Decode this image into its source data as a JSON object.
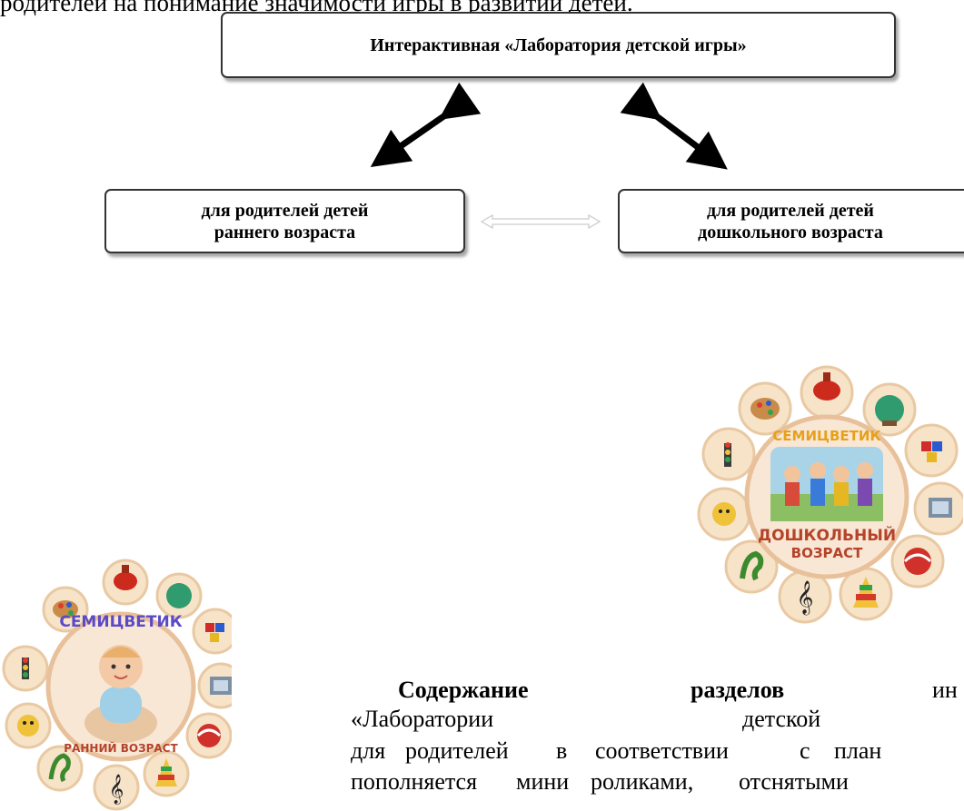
{
  "header": {
    "top_text": "родителей на понимание значимости игры в развитии детей."
  },
  "diagram": {
    "main_box": "Интерактивная «Лаборатория детской игры»",
    "left_box": [
      "для родителей детей",
      "раннего возраста"
    ],
    "right_box": [
      "для родителей детей",
      "дошкольного возраста"
    ]
  },
  "emblems": {
    "right": {
      "title": "СЕМИЦВЕТИК",
      "subtitle": [
        "ДОШКОЛЬНЫЙ",
        "ВОЗРАСТ"
      ]
    },
    "left": {
      "title": "СЕМИЦВЕТИК",
      "subtitle": "РАННИЙ ВОЗРАСТ"
    }
  },
  "paragraph": {
    "line1": [
      "Содержание",
      "разделов",
      "ин"
    ],
    "line2": [
      "«Лаборатории",
      "детской"
    ],
    "line3": [
      "для",
      "родителей",
      "в",
      "соответствии",
      "с",
      "план"
    ],
    "line4": [
      "пополняется",
      "мини",
      "роликами,",
      "отснятыми"
    ]
  }
}
